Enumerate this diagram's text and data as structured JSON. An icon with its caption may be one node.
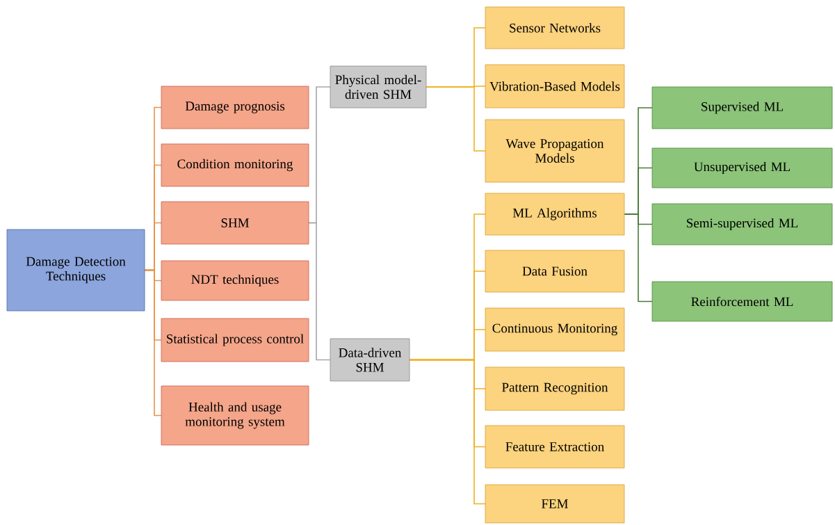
{
  "diagram": {
    "nodes": [
      {
        "text": [
          "Damage Detection Techniques"
        ]
      },
      {
        "text": [
          "Damage prognosis"
        ]
      },
      {
        "text": [
          "Condition monitoring"
        ]
      },
      {
        "text": [
          "SHM"
        ]
      },
      {
        "text": [
          "NDT techniques"
        ]
      },
      {
        "text": [
          "Statistical process control"
        ]
      },
      {
        "text": [
          "Health and usage monitoring system"
        ]
      },
      {
        "text": [
          "Physical model-driven SHM"
        ]
      },
      {
        "text": [
          "Data-driven SHM"
        ]
      },
      {
        "text": [
          "Sensor Networks"
        ]
      },
      {
        "text": [
          "Vibration-Based Models"
        ]
      },
      {
        "text": [
          "Wave Propagation Models"
        ]
      },
      {
        "text": [
          "ML Algorithms"
        ]
      },
      {
        "text": [
          "Data Fusion"
        ]
      },
      {
        "text": [
          "Continuous Monitoring"
        ]
      },
      {
        "text": [
          "Pattern Recognition"
        ]
      },
      {
        "text": [
          "Feature Extraction"
        ]
      },
      {
        "text": [
          "FEM"
        ]
      },
      {
        "text": [
          "Supervised ML"
        ]
      },
      {
        "text": [
          "Unsupervised ML"
        ]
      },
      {
        "text": [
          "Semi-supervised ML"
        ]
      },
      {
        "text": [
          "Reinforcement ML"
        ]
      }
    ],
    "edges": [
      {
        "from": 0,
        "to": 1,
        "arrow": "none",
        "color": "#e8944a"
      },
      {
        "from": 0,
        "to": 2,
        "arrow": "none",
        "color": "#e8944a"
      },
      {
        "from": 0,
        "to": 3,
        "arrow": "none",
        "color": "#e8944a"
      },
      {
        "from": 0,
        "to": 4,
        "arrow": "none",
        "color": "#e8944a"
      },
      {
        "from": 0,
        "to": 5,
        "arrow": "none",
        "color": "#e8944a"
      },
      {
        "from": 0,
        "to": 6,
        "arrow": "none",
        "color": "#e8944a"
      },
      {
        "from": 3,
        "to": 7,
        "arrow": "none",
        "color": "#a6a6a6"
      },
      {
        "from": 3,
        "to": 8,
        "arrow": "none",
        "color": "#a6a6a6"
      },
      {
        "from": 7,
        "to": 9,
        "arrow": "none"
      },
      {
        "from": 7,
        "to": 10,
        "arrow": "none"
      },
      {
        "from": 7,
        "to": 11,
        "arrow": "none"
      },
      {
        "from": 8,
        "to": 12,
        "arrow": "none"
      },
      {
        "from": 8,
        "to": 13,
        "arrow": "none"
      },
      {
        "from": 8,
        "to": 14,
        "arrow": "none"
      },
      {
        "from": 8,
        "to": 15,
        "arrow": "none"
      },
      {
        "from": 8,
        "to": 16,
        "arrow": "none"
      },
      {
        "from": 8,
        "to": 17,
        "arrow": "none"
      },
      {
        "from": 12,
        "to": 18,
        "arrow": "none",
        "color": "#4a7a3a"
      },
      {
        "from": 12,
        "to": 19,
        "arrow": "none",
        "color": "#4a7a3a"
      },
      {
        "from": 12,
        "to": 20,
        "arrow": "none",
        "color": "#4a7a3a"
      },
      {
        "from": 12,
        "to": 21,
        "arrow": "none",
        "color": "#4a7a3a"
      }
    ]
  }
}
